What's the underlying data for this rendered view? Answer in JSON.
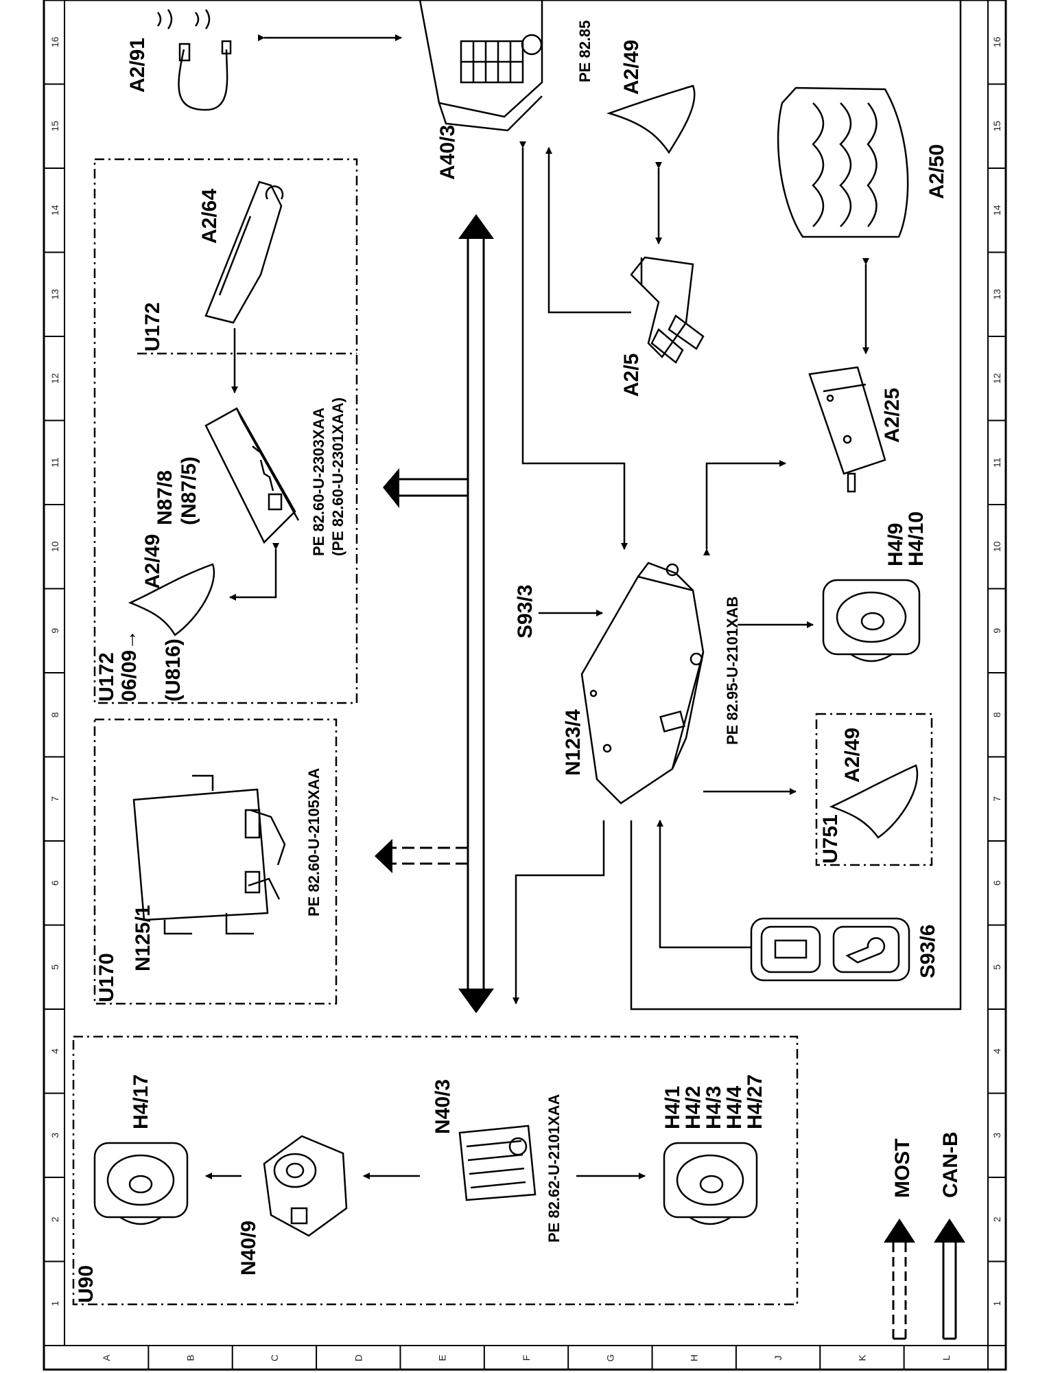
{
  "grid": {
    "columns": [
      "1",
      "2",
      "3",
      "4",
      "5",
      "6",
      "7",
      "8",
      "9",
      "10",
      "11",
      "12",
      "13",
      "14",
      "15",
      "16"
    ],
    "rows": [
      "A",
      "B",
      "C",
      "D",
      "E",
      "F",
      "G",
      "H",
      "J",
      "K",
      "L"
    ]
  },
  "zones": {
    "u90": "U90",
    "u170": "U170",
    "u172_top": "U172",
    "u172_bottom": "U172",
    "u172_date": "06/09→",
    "u816": "(U816)",
    "u751": "U751"
  },
  "components": {
    "a2_91": "A2/91",
    "a40_3": "A40/3",
    "a40_3_ref": "PE  82.85",
    "a2_49_top": "A2/49",
    "a2_50": "A2/50",
    "a2_64": "A2/64",
    "a2_5": "A2/5",
    "a2_25": "A2/25",
    "n87_8": "N87/8",
    "n87_5": "(N87/5)",
    "n87_8_ref": "PE  82.60-U-2303XAA",
    "n87_5_ref": "(PE  82.60-U-2301XAA)",
    "a2_49_u172": "A2/49",
    "s93_3": "S93/3",
    "n123_4": "N123/4",
    "n123_4_ref": "PE  82.95-U-2101XAB",
    "h4_9": "H4/9",
    "h4_10": "H4/10",
    "n125_1": "N125/1",
    "n125_1_ref": "PE  82.60-U-2105XAA",
    "a2_49_u751": "A2/49",
    "s93_6": "S93/6",
    "h4_17": "H4/17",
    "n40_3": "N40/3",
    "n40_3_ref": "PE  82.62-U-2101XAA",
    "n40_9": "N40/9",
    "h4_group": [
      "H4/1",
      "H4/2",
      "H4/3",
      "H4/4",
      "H4/27"
    ]
  },
  "legend": {
    "most": "MOST",
    "can_b": "CAN-B"
  }
}
